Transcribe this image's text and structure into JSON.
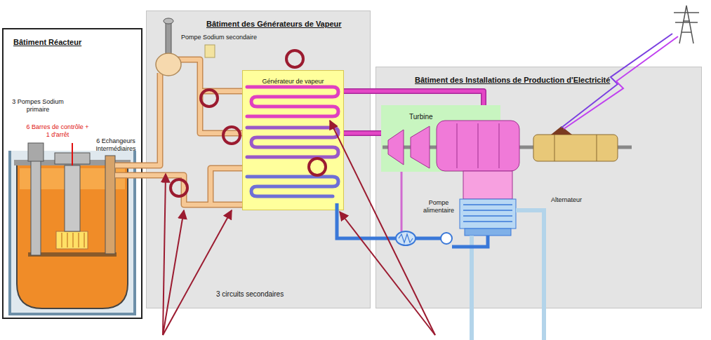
{
  "diagram": {
    "nodes": [
      {
        "text": [
          "Bâtiment Réacteur"
        ]
      },
      {
        "text": [
          "Bâtiment des Générateurs de Vapeur"
        ]
      },
      {
        "text": [
          "Générateur de vapeur"
        ],
        "in": 1
      },
      {
        "text": [
          "Bâtiment des Installations de Production d'Electricité"
        ]
      },
      {
        "text": [
          "Turbine"
        ],
        "in": 3
      }
    ],
    "edges": [
      {
        "from": 2,
        "to": 4,
        "arrow": "none"
      },
      {
        "from": 2,
        "to": 4,
        "arrow": "none"
      }
    ],
    "labels": [
      "3 Pompes Sodium primaire",
      "6 Barres de contrôle + 1 d'arrêt",
      "6 Echangeurs Intermédiaires",
      "Pompe Sodium secondaire",
      "3 circuits secondaires",
      "Pompe alimentaire",
      "Alternateur"
    ]
  }
}
